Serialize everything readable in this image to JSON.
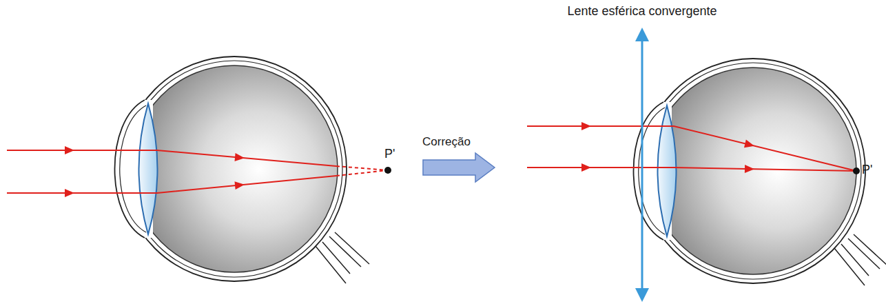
{
  "diagram": {
    "labels": [
      "Lente esférica convergente",
      "P'",
      "Correção",
      "P'"
    ]
  }
}
